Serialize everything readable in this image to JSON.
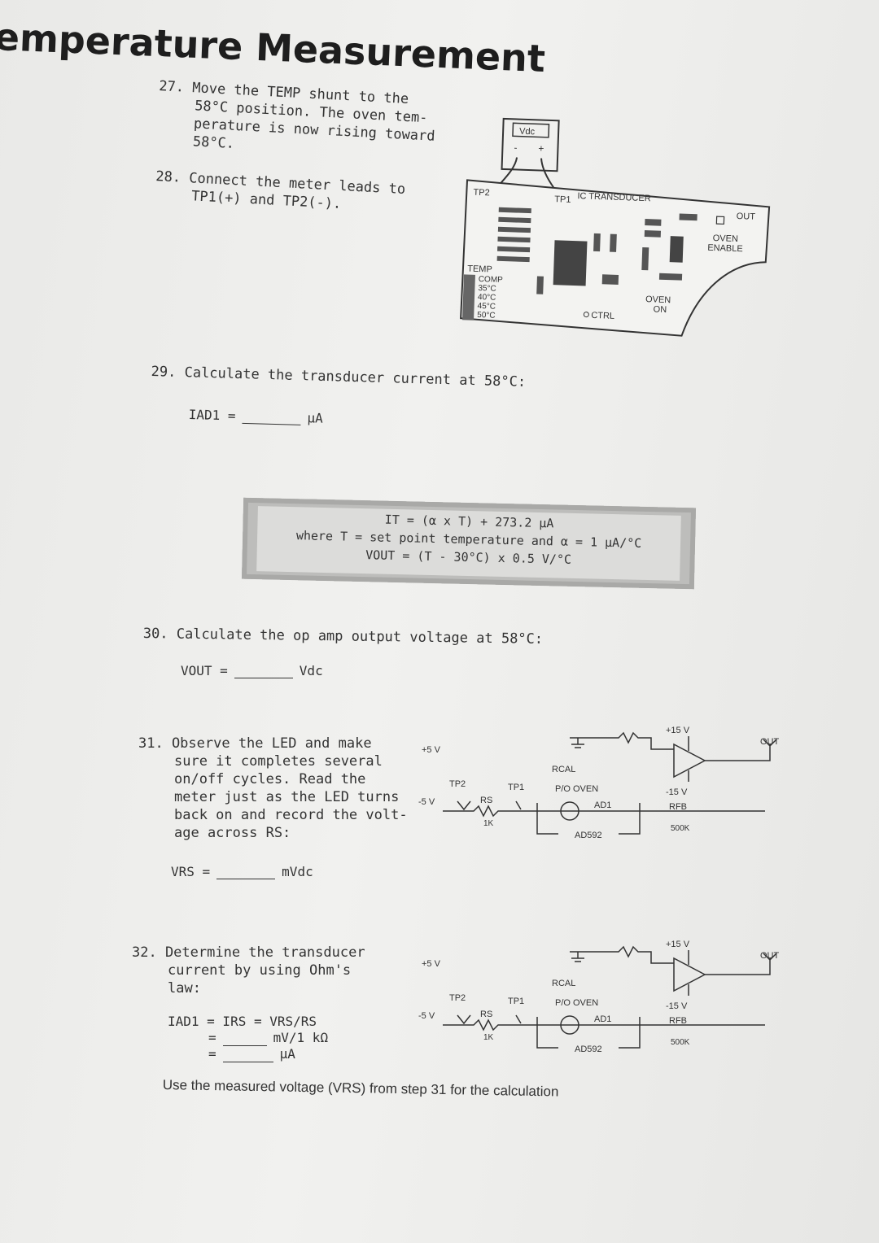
{
  "title": "emperature Measurement",
  "steps": {
    "s27": [
      "27. Move the TEMP shunt to the",
      "58°C position. The oven tem-",
      "perature is now rising toward",
      "58°C."
    ],
    "s28": [
      "28. Connect the meter leads to",
      "TP1(+) and TP2(-)."
    ],
    "s29": [
      "29. Calculate the transducer current at 58°C:"
    ],
    "s30": [
      "30. Calculate the op amp output voltage at 58°C:"
    ],
    "s31": [
      "31. Observe the LED and make",
      "sure it completes several",
      "on/off cycles. Read the",
      "meter just as the LED turns",
      "back on and record the volt-",
      "age across RS:"
    ],
    "s32": [
      "32. Determine the transducer",
      "current by using Ohm's",
      "law:"
    ]
  },
  "answers": {
    "iad1_label": "IAD1 =",
    "iad1_unit": "µA",
    "vout_label": "VOUT =",
    "vout_unit": "Vdc",
    "vrs_label": "VRS =",
    "vrs_unit": "mVdc",
    "ohm_line1": "IAD1  =  IRS  =  VRS/RS",
    "ohm_line2_prefix": "=",
    "ohm_line2_unit": "mV/1 kΩ",
    "ohm_line3_prefix": "=",
    "ohm_line3_unit": "µA"
  },
  "formula": {
    "line1": "IT = (α x T) + 273.2 µA",
    "line2": "where T = set point temperature and α = 1 µA/°C",
    "line3": "VOUT = (T - 30°C) x 0.5 V/°C"
  },
  "board": {
    "vdc": "Vdc",
    "minus": "-",
    "plus": "+",
    "tp2": "TP2",
    "tp1": "TP1",
    "ic_transducer": "IC TRANSDUCER",
    "out": "OUT",
    "oven_enable_1": "OVEN",
    "oven_enable_2": "ENABLE",
    "temp": "TEMP",
    "temps": [
      "COMP",
      "35°C",
      "40°C",
      "45°C",
      "50°C"
    ],
    "ctrl": "CTRL",
    "oven_on_1": "OVEN",
    "oven_on_2": "ON"
  },
  "schematic": {
    "p15v": "+15 V",
    "m15v": "-15 V",
    "out": "OUT",
    "p5v": "+5 V",
    "m5v": "-5 V",
    "tp2": "TP2",
    "tp1": "TP1",
    "rs": "RS",
    "rs_val": "1K",
    "rcal": "RCAL",
    "po_oven": "P/O OVEN",
    "ad1": "AD1",
    "ad592": "AD592",
    "rfb": "RFB",
    "rfb_val": "500K"
  },
  "footnote": "Use the measured voltage (VRS) from step 31 for the calculation"
}
